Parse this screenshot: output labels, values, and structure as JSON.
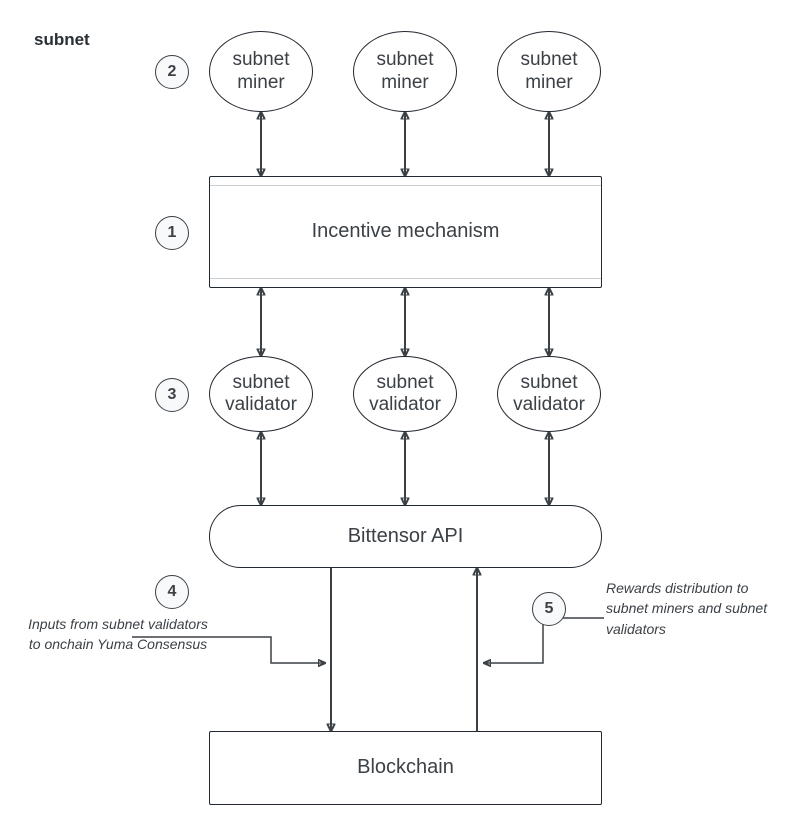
{
  "diagram": {
    "group_label": "subnet",
    "nodes": {
      "miners": [
        {
          "id": "miner-1",
          "label": "subnet\nminer"
        },
        {
          "id": "miner-2",
          "label": "subnet\nminer"
        },
        {
          "id": "miner-3",
          "label": "subnet\nminer"
        }
      ],
      "incentive": {
        "id": "incentive-mechanism",
        "label": "Incentive mechanism"
      },
      "validators": [
        {
          "id": "validator-1",
          "label": "subnet\nvalidator"
        },
        {
          "id": "validator-2",
          "label": "subnet\nvalidator"
        },
        {
          "id": "validator-3",
          "label": "subnet\nvalidator"
        }
      ],
      "api": {
        "id": "bittensor-api",
        "label": "Bittensor API"
      },
      "blockchain": {
        "id": "blockchain",
        "label": "Blockchain"
      }
    },
    "badges": [
      {
        "id": "badge-1",
        "number": "1"
      },
      {
        "id": "badge-2",
        "number": "2"
      },
      {
        "id": "badge-3",
        "number": "3"
      },
      {
        "id": "badge-4",
        "number": "4"
      },
      {
        "id": "badge-5",
        "number": "5"
      }
    ],
    "annotations": {
      "inputs": "Inputs from subnet validators to onchain Yuma Consensus",
      "rewards": "Rewards distribution to subnet miners and subnet validators"
    },
    "colors": {
      "stroke": "#3b4146",
      "node_border": "#222830",
      "node_fill": "#ffffff",
      "text": "#3b4146",
      "group_label": "#2a3036",
      "background": "#ffffff"
    }
  }
}
